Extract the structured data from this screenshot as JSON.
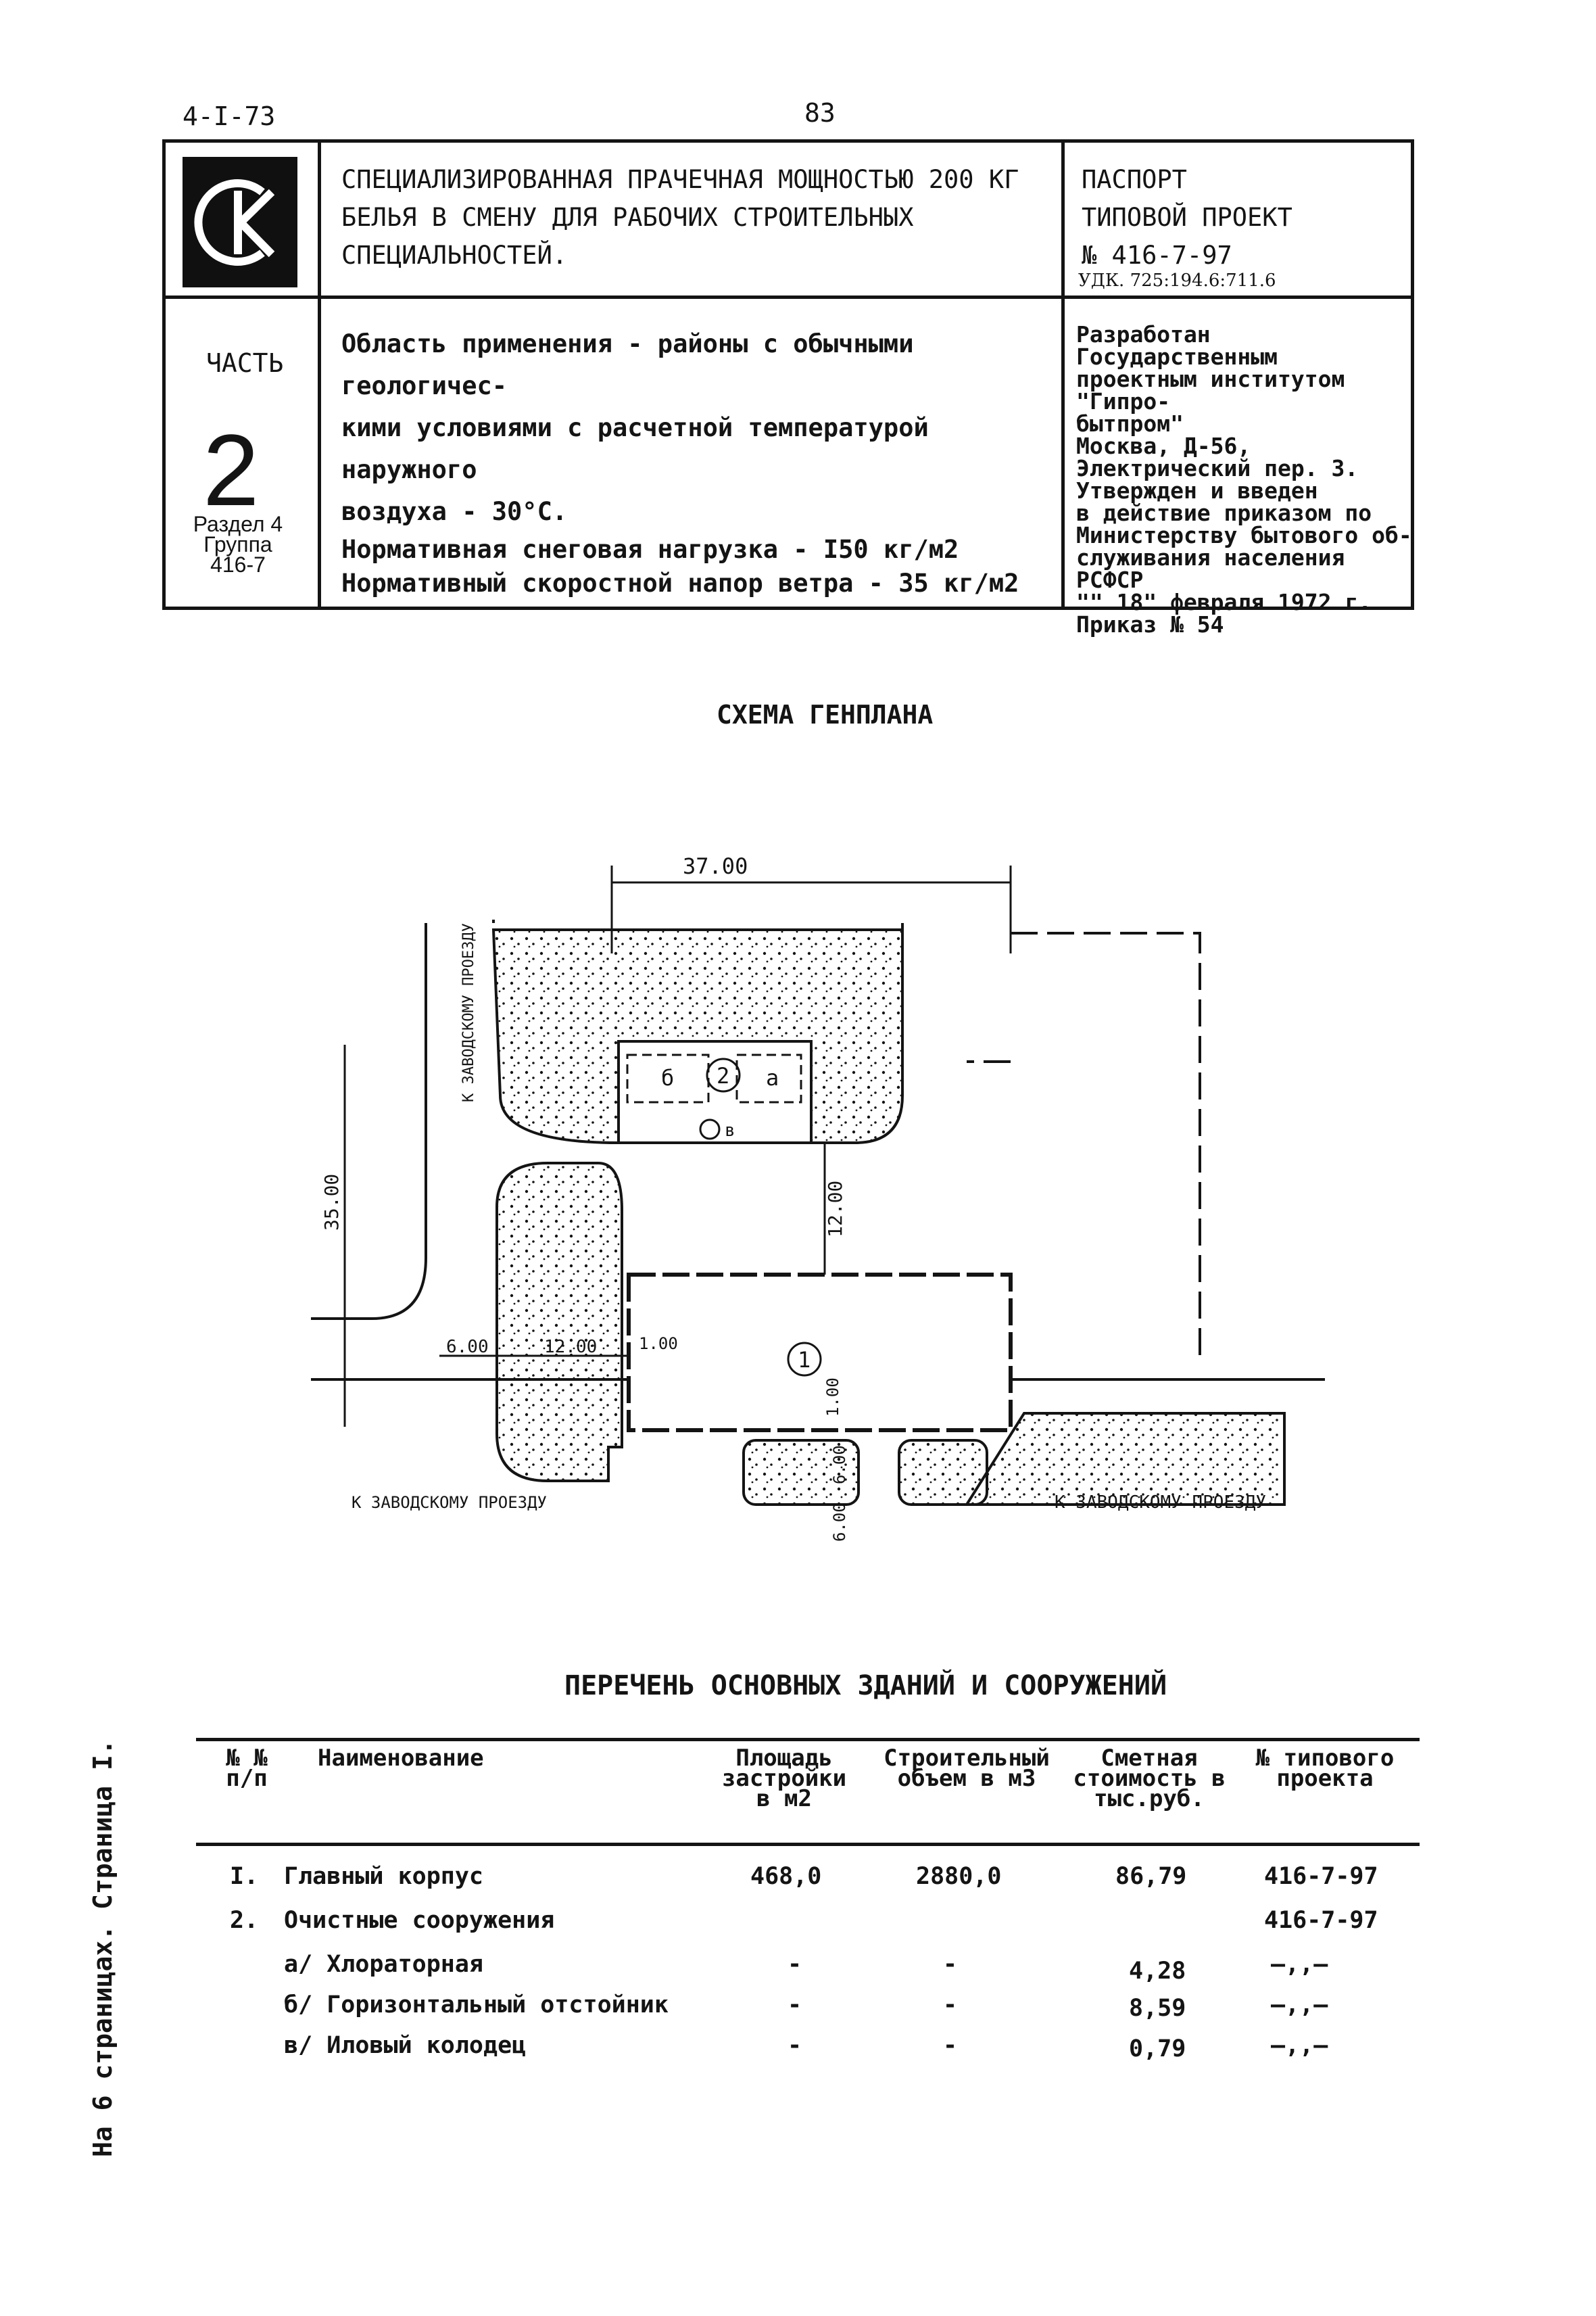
{
  "header": {
    "doc_code": "4-I-73",
    "page_number": "83"
  },
  "logo": {
    "letters": "СК"
  },
  "title_block": {
    "title_lines": [
      "СПЕЦИАЛИЗИРОВАННАЯ ПРАЧЕЧНАЯ МОЩНОСТЬЮ 200 КГ",
      "БЕЛЬЯ В СМЕНУ ДЛЯ РАБОЧИХ СТРОИТЕЛЬНЫХ",
      "СПЕЦИАЛЬНОСТЕЙ."
    ],
    "passport_lines": [
      "ПАСПОРТ",
      "ТИПОВОЙ ПРОЕКТ",
      "№ 416-7-97"
    ],
    "udk": "УДК. 725:194.6:711.6"
  },
  "part_block": {
    "part_label": "ЧАСТЬ",
    "part_number": "2",
    "section_lines": [
      "Раздел 4",
      "Группа",
      "416-7"
    ]
  },
  "application": {
    "lines": [
      "Область применения - районы с обычными геологичес-",
      "кими условиями с расчетной температурой наружного",
      "воздуха - 30°С.",
      "Нормативная снеговая нагрузка - I50 кг/м2",
      "Нормативный скоростной напор ветра - 35 кг/м2"
    ]
  },
  "developer": {
    "lines": [
      "Разработан Государственным",
      "проектным институтом \"Гипро-",
      "бытпром\"",
      "Москва, Д-56,",
      "Электрический пер. 3.",
      "Утвержден и введен",
      "в действие приказом по",
      "Министерству бытового об-",
      "служивания населения",
      "РСФСР",
      "\"\" 18\" февраля   1972 г.",
      "Приказ № 54"
    ]
  },
  "scheme": {
    "title": "СХЕМА ГЕНПЛАНА",
    "dims": [
      "37.00",
      "35.00",
      "12.00",
      "6.00",
      "12.00",
      "1.00",
      "1.00",
      "6.00",
      "6.00"
    ],
    "road_labels": [
      "К ЗАВОДСКОМУ ПРОЕЗДУ",
      "К ЗАВОДСКОМУ ПРОЕЗДУ",
      "К ЗАВОДСКОМУ ПРОЕЗДУ"
    ],
    "markers": [
      "1",
      "2"
    ],
    "letters": [
      "б",
      "а",
      "в"
    ]
  },
  "list": {
    "title": "ПЕРЕЧЕНЬ ОСНОВНЫХ ЗДАНИЙ И СООРУЖЕНИЙ",
    "columns": {
      "num": "№ № п/п",
      "name": "Наименование",
      "area": "Площадь застройки в м2",
      "volume": "Строительный объем в м3",
      "cost": "Сметная стоимость в тыс.руб.",
      "project": "№ типового проекта"
    },
    "rows": [
      {
        "num": "I.",
        "name": "Главный корпус",
        "area": "468,0",
        "volume": "2880,0",
        "cost": "86,79",
        "project": "416-7-97"
      },
      {
        "num": "2.",
        "name": "Очистные сооружения",
        "area": "",
        "volume": "",
        "cost": "",
        "project": "416-7-97"
      },
      {
        "num": "",
        "name": "а/ Хлораторная",
        "area": "-",
        "volume": "-",
        "cost": "4,28",
        "project": "—,,—"
      },
      {
        "num": "",
        "name": "б/ Горизонтальный отстойник",
        "area": "-",
        "volume": "-",
        "cost": "8,59",
        "project": "—,,—"
      },
      {
        "num": "",
        "name": "в/ Иловый колодец",
        "area": "-",
        "volume": "-",
        "cost": "0,79",
        "project": "—,,—"
      }
    ]
  },
  "side_note": "На 6 страницах. Страница I."
}
